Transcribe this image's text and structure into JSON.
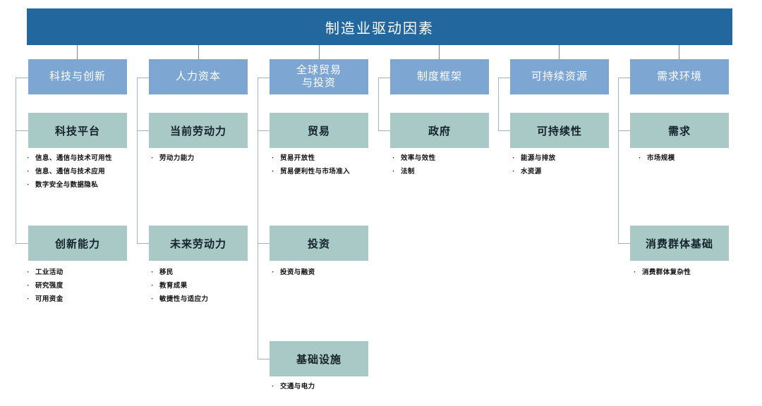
{
  "header": {
    "title": "制造业驱动因素"
  },
  "colors": {
    "header_blue": "#22689f",
    "pillar_blue": "#7ea6d3",
    "sub_teal": "#a9c9c6",
    "connector": "#9fb4c9",
    "background": "#ffffff"
  },
  "columns": [
    {
      "pillar": "科技与创新",
      "subs": [
        {
          "title": "科技平台",
          "bullets": [
            "信息、通信与技术可用性",
            "信息、通信与技术应用",
            "数字安全与数据隐私"
          ]
        },
        {
          "title": "创新能力",
          "bullets": [
            "工业活动",
            "研究强度",
            "可用资金"
          ]
        }
      ]
    },
    {
      "pillar": "人力资本",
      "subs": [
        {
          "title": "当前劳动力",
          "bullets": [
            "劳动力能力"
          ]
        },
        {
          "title": "未来劳动力",
          "bullets": [
            "移民",
            "教育成果",
            "敏捷性与适应力"
          ]
        }
      ]
    },
    {
      "pillar": "全球贸易\n与投资",
      "subs": [
        {
          "title": "贸易",
          "bullets": [
            "贸易开放性",
            "贸易便利性与市场准入"
          ]
        },
        {
          "title": "投资",
          "bullets": [
            "投资与融资"
          ]
        },
        {
          "title": "基础设施",
          "bullets": [
            "交通与电力"
          ]
        }
      ]
    },
    {
      "pillar": "制度框架",
      "subs": [
        {
          "title": "政府",
          "bullets": [
            "效率与效性",
            "法制"
          ]
        }
      ]
    },
    {
      "pillar": "可持续资源",
      "subs": [
        {
          "title": "可持续性",
          "bullets": [
            "能源与排放",
            "水资源"
          ]
        }
      ]
    },
    {
      "pillar": "需求环境",
      "subs": [
        {
          "title": "需求",
          "bullets": [
            "市场规模"
          ]
        },
        {
          "title": "消费群体基础",
          "bullets": [
            "消费群体复杂性"
          ]
        }
      ]
    }
  ],
  "bullet_marker": "·"
}
